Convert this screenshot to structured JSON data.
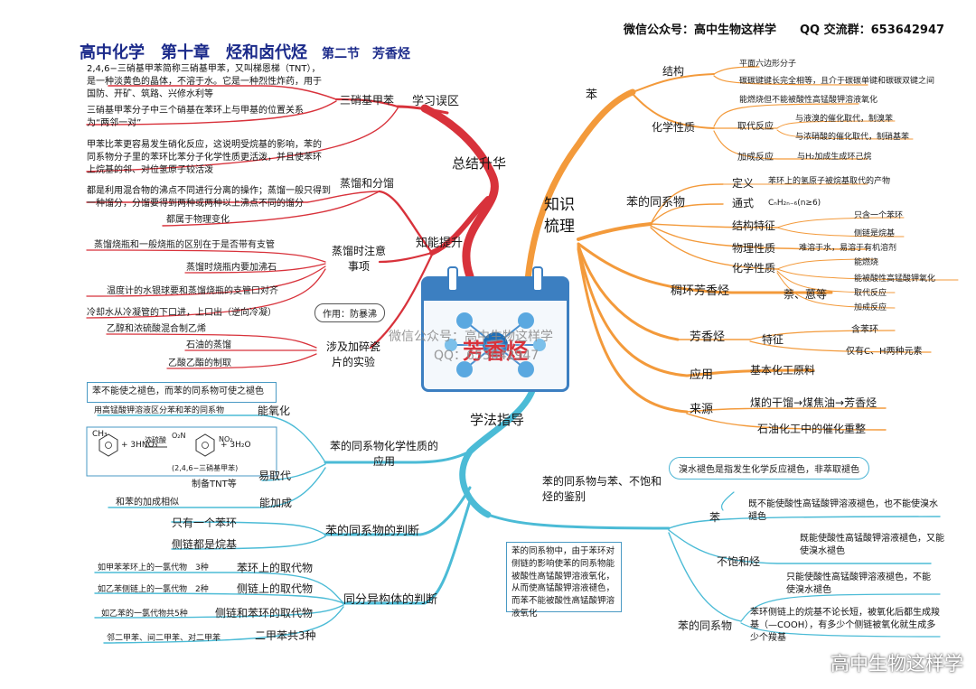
{
  "header": {
    "title": "高中化学　第十章　烃和卤代烃",
    "subtitle": "第二节　芳香烃",
    "wechat": "微信公众号：高中生物这样学",
    "qq": "QQ 交流群：653642947"
  },
  "center": {
    "label": "芳香烃"
  },
  "watermark": {
    "line1": "微信公众号：高中生物这样学",
    "line2": "QQ：653642947",
    "logo": "高中生物这样学"
  },
  "summary": {
    "label": "总结升华",
    "mistakes": {
      "label": "学习误区",
      "tnt_label": "三硝基甲苯",
      "tnt_text": "2,4,6−三硝基甲苯简称三硝基甲苯，又叫梯恩梯（TNT），是一种淡黄色的晶体，不溶于水。它是一种烈性炸药，用于国防、开矿、筑路、兴修水利等",
      "tnt_pos": "三硝基甲苯分子中三个硝基在苯环上与甲基的位置关系为“两邻一对”",
      "toluene": "甲苯比苯更容易发生硝化反应，这说明受烷基的影响，苯的同系物分子里的苯环比苯分子化学性质更活泼，并且使苯环上烷基的邻、对位氢原子较活泼"
    },
    "ability": {
      "label": "知能提升",
      "distill_label": "蒸馏和分馏",
      "distill_text": "都是利用混合物的沸点不同进行分离的操作；蒸馏一般只得到一种馏分，分馏要得到两种或两种以上沸点不同的馏分",
      "physical": "都属于物理变化",
      "notes_label": "蒸馏时注意事项",
      "notes": [
        "蒸馏烧瓶和一般烧瓶的区别在于是否带有支管",
        "蒸馏时烧瓶内要加沸石",
        "温度计的水银球要和蒸馏烧瓶的支管口对齐",
        "冷却水从冷凝管的下口进，上口出（逆向冷凝）"
      ],
      "chips_label": "涉及加碎瓷片的实验",
      "chips_role": "作用：防暴沸",
      "chips": [
        "乙醇和浓硫酸混合制乙烯",
        "石油的蒸馏",
        "乙酸乙酯的制取"
      ]
    }
  },
  "knowledge": {
    "label": "知识梳理",
    "benzene": {
      "label": "苯",
      "structure_label": "结构",
      "structure": [
        "平面六边形分子",
        "碳碳键键长完全相等，且介于碳碳单键和碳碳双键之间"
      ],
      "chem_label": "化学性质",
      "chem_burn": "能燃烧但不能被酸性高锰酸钾溶液氧化",
      "subst_label": "取代反应",
      "subst": [
        "与液溴的催化取代，制溴苯",
        "与浓硝酸的催化取代，制硝基苯"
      ],
      "add_label": "加成反应",
      "add": "与H₂加成生成环己烷"
    },
    "homologs": {
      "label": "苯的同系物",
      "def_label": "定义",
      "def": "苯环上的氢原子被烷基取代的产物",
      "formula_label": "通式",
      "formula": "CₙH₂ₙ₋₆(n≥6)",
      "struct_label": "结构特征",
      "struct": [
        "只含一个苯环",
        "侧链是烷基"
      ],
      "phys_label": "物理性质",
      "phys": "难溶于水，易溶于有机溶剂",
      "chem_label": "化学性质",
      "chem": [
        "能燃烧",
        "能被酸性高锰酸钾氧化",
        "取代反应",
        "加成反应"
      ]
    },
    "fused": {
      "label": "稠环芳香烃",
      "value": "萘、蒽等"
    },
    "aromatic": {
      "label": "芳香烃",
      "feature_label": "特征",
      "features": [
        "含苯环",
        "仅有C、H两种元素"
      ]
    },
    "use": {
      "label": "应用",
      "value": "基本化工原料"
    },
    "source": {
      "label": "来源",
      "values": [
        "煤的干馏→煤焦油→芳香烃",
        "石油化工中的催化重整"
      ]
    }
  },
  "method": {
    "label": "学法指导",
    "apps": {
      "label": "苯的同系物化学性质的应用",
      "note": "苯不能使之褪色，而苯的同系物可使之褪色",
      "oxid_label": "能氧化",
      "oxid_text": "用高锰酸钾溶液区分苯和苯的同系物",
      "subst_label": "易取代",
      "tnt_label": "制备TNT等",
      "eq_mid": "浓硫酸",
      "eq_reactant": "+ 3HNO₃",
      "eq_product": "+ 3H₂O",
      "eq_name": "(2,4,6−三硝基甲苯)",
      "eq_ch3": "CH₃",
      "eq_no2": "NO₂",
      "eq_o2n": "O₂N",
      "add_label": "能加成",
      "add_text": "和苯的加成相似"
    },
    "judge": {
      "label": "苯的同系物的判断",
      "items": [
        "只有一个苯环",
        "侧链都是烷基"
      ]
    },
    "isomer": {
      "label": "同分异构体的判断",
      "items": [
        {
          "label": "苯环上的取代物",
          "text": "如甲苯苯环上的一氯代物　3种"
        },
        {
          "label": "侧链上的取代物",
          "text": "如乙苯侧链上的一氯代物　2种"
        },
        {
          "label": "侧链和苯环的取代物",
          "text": "如乙苯的一氯代物共5种"
        },
        {
          "label": "二甲苯共3种",
          "text": "邻二甲苯、间二甲苯、对二甲苯"
        }
      ]
    },
    "identify": {
      "label": "苯的同系物与苯、不饱和烃的鉴别",
      "bubble": "溴水褪色是指发生化学反应褪色，非萃取褪色",
      "benzene_label": "苯",
      "benzene": "既不能使酸性高锰酸钾溶液褪色，也不能使溴水褪色",
      "unsat_label": "不饱和烃",
      "unsat": "既能使酸性高锰酸钾溶液褪色，又能使溴水褪色",
      "homolog_label": "苯的同系物",
      "homolog1": "只能使酸性高锰酸钾溶液褪色，不能使溴水褪色",
      "homolog2": "苯环侧链上的烷基不论长短，被氧化后都生成羧基（—COOH），有多少个侧链被氧化就生成多少个羧基",
      "box": "苯的同系物中，由于苯环对侧链的影响使苯的同系物能被酸性高锰酸钾溶液氧化，从而使高锰酸钾溶液褪色，而苯不能被酸性高锰酸钾溶液氧化"
    }
  },
  "colors": {
    "red": "#d8323b",
    "orange": "#f39a3b",
    "cyan": "#4bbbd6",
    "title": "#1b2a8a",
    "calendar": "#3c7fc1"
  }
}
